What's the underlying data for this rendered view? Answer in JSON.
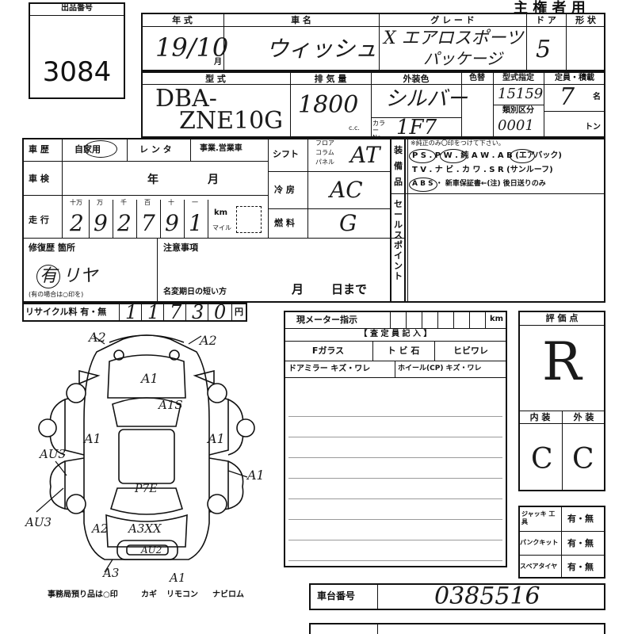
{
  "header": {
    "lot_label": "出品番号",
    "lot_number": "3084",
    "top_right": "主 権 者 用",
    "col_year": "年 式",
    "col_model": "車 名",
    "col_grade": "グ レ ー ド",
    "col_door": "ド ア",
    "col_shape": "形 状",
    "year": "19/10",
    "year_suffix": "月",
    "model": "ウィッシュ",
    "grade_line1": "X エアロスポーツ",
    "grade_line2": "パッケージ",
    "doors": "5"
  },
  "spec": {
    "type_label": "型 式",
    "disp_label": "排 気 量",
    "color_label": "外装色",
    "retouch_label": "色替",
    "model_spec_label": "型式指定",
    "capacity_label": "定員・積載",
    "type_line1": "DBA-",
    "type_line2": "ZNE10G",
    "displacement": "1800",
    "cc_unit": "c.c.",
    "color": "シルバー",
    "color_no_label": "カラー No.",
    "color_no": "1F7",
    "model_spec_no": "15159",
    "class_label": "類別区分",
    "class_no": "0001",
    "capacity": "7",
    "capacity_unit": "名",
    "ton_unit": "トン"
  },
  "history": {
    "label": "車 歴",
    "opt_private": "自家用",
    "opt_rental": "レ ン タ",
    "opt_business": "事業.営業車",
    "shift_label": "シフト",
    "shift_opt1": "フロア",
    "shift_opt2": "コラム",
    "shift_opt3": "パネル",
    "shift_value": "AT",
    "ac_label": "冷 房",
    "ac_value": "AC",
    "fuel_label": "燃 料",
    "fuel_value": "G",
    "inspection_label": "車 検",
    "inspection_year": "年",
    "inspection_month": "月",
    "mileage_label": "走 行",
    "mileage_units": [
      "十万",
      "万",
      "千",
      "百",
      "十",
      "一"
    ],
    "mileage_digits": [
      "2",
      "9",
      "2",
      "7",
      "9",
      "1"
    ],
    "km_label": "km",
    "mile_label": "マイル",
    "repair_label": "修復歴 箇所",
    "repair_value": "有 リヤ",
    "repair_note": "(有の場合は○印を)",
    "notes_label": "注意事項",
    "name_change_label": "名変期日の短い方",
    "month_label": "月",
    "day_label": "日まで",
    "recycle_label": "リサイクル料 有・無",
    "recycle_digits": [
      "1",
      "1",
      "7",
      "3",
      "0"
    ],
    "yen_label": "円"
  },
  "equipment": {
    "label_1": "装",
    "label_2": "備",
    "label_3": "品",
    "line1": "※純正のみ〇印をつけて下さい。",
    "line2": "P S . P W . 純 A W . A B (エアバック)",
    "line3": "T V . ナ ビ . カ ワ . S R (サンルーフ)",
    "line4": "A B S ・ 新車保証書←(注) 後日送りのみ",
    "sales_point": "セールスポイント"
  },
  "inspection": {
    "meter_label": "現メーター指示",
    "meter_unit": "km",
    "inspector_label": "【 査 定 員 記 入 】",
    "glass_label": "Fガラス",
    "chip_label": "ト ビ 石",
    "crack_label": "ヒビワレ",
    "mirror_label": "ドアミラー キズ・ワレ",
    "wheel_label": "ホイール(CP) キズ・ワレ"
  },
  "score": {
    "label": "評 価 点",
    "value": "R",
    "interior_label": "内 装",
    "exterior_label": "外 装",
    "interior_value": "C",
    "exterior_value": "C"
  },
  "accessories": {
    "jack_label": "ジャッキ 工具",
    "puncture_label": "パンクキット",
    "spare_label": "スペアタイヤ",
    "option": "有・無"
  },
  "diagram": {
    "marks": [
      "A2",
      "A2",
      "A1",
      "A1S",
      "A1",
      "A1",
      "AU3",
      "A1",
      "AU3",
      "A2",
      "A3XX",
      "P7E",
      "AU2",
      "A3",
      "A1"
    ],
    "office_label": "事務局預り品は○印",
    "key_label": "カギ",
    "remote_label": "リモコン",
    "navi_label": "ナビロム"
  },
  "chassis": {
    "label": "車台番号",
    "value": "0385516"
  }
}
